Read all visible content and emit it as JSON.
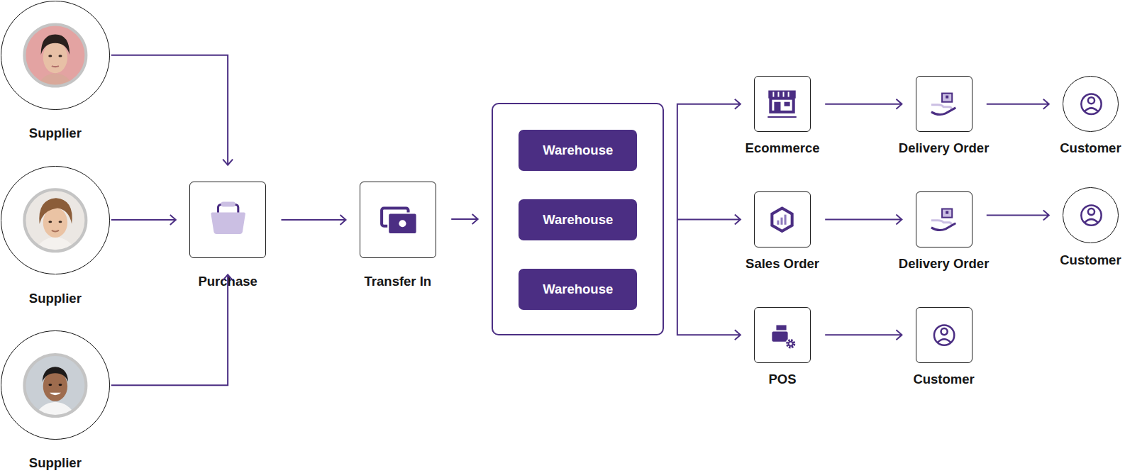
{
  "diagram": {
    "nodes": [
      {
        "text": [
          "Supplier"
        ]
      },
      {
        "text": [
          "Supplier"
        ]
      },
      {
        "text": [
          "Supplier"
        ]
      },
      {
        "text": [
          "Purchase"
        ]
      },
      {
        "text": [
          "Transfer In"
        ]
      },
      {
        "text": []
      },
      {
        "text": [
          "Warehouse"
        ],
        "in": 5
      },
      {
        "text": [
          "Warehouse"
        ],
        "in": 5
      },
      {
        "text": [
          "Warehouse"
        ],
        "in": 5
      },
      {
        "text": [
          "Ecommerce"
        ]
      },
      {
        "text": [
          "Delivery Order"
        ]
      },
      {
        "text": [
          "Customer"
        ]
      },
      {
        "text": [
          "Sales Order"
        ]
      },
      {
        "text": [
          "Delivery Order"
        ]
      },
      {
        "text": [
          "Customer"
        ]
      },
      {
        "text": [
          "POS"
        ]
      },
      {
        "text": [
          "Customer"
        ]
      }
    ],
    "edges": [
      {
        "from": 0,
        "to": 3,
        "arrow": "to"
      },
      {
        "from": 1,
        "to": 3,
        "arrow": "to"
      },
      {
        "from": 2,
        "to": 3,
        "arrow": "to"
      },
      {
        "from": 3,
        "to": 4,
        "arrow": "to"
      },
      {
        "from": 4,
        "to": 5,
        "arrow": "to"
      },
      {
        "from": 5,
        "to": 9,
        "arrow": "to"
      },
      {
        "from": 5,
        "to": 12,
        "arrow": "to"
      },
      {
        "from": 5,
        "to": 15,
        "arrow": "to"
      },
      {
        "from": 9,
        "to": 10,
        "arrow": "to"
      },
      {
        "from": 10,
        "to": 11,
        "arrow": "to"
      },
      {
        "from": 12,
        "to": 13,
        "arrow": "to"
      },
      {
        "from": 13,
        "to": 14,
        "arrow": "to"
      },
      {
        "from": 15,
        "to": 16,
        "arrow": "to"
      }
    ]
  }
}
